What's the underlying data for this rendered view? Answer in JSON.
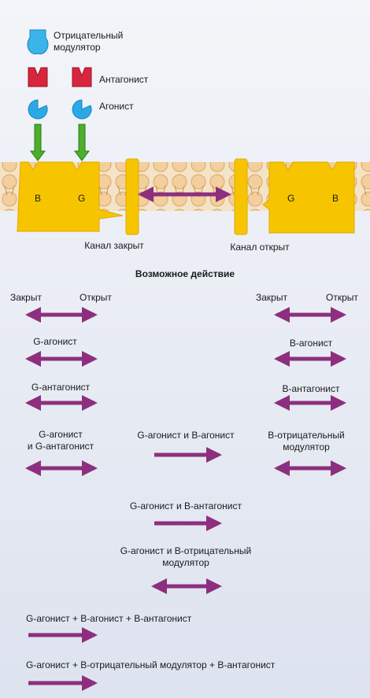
{
  "colors": {
    "arrow": "#8d2f7e",
    "channel": "#f7c500",
    "channel_dark": "#e0a800",
    "agonist": "#2aa9e6",
    "antagonist": "#d7263d",
    "modulator": "#3bb4ea",
    "green_arrow": "#4caf2a",
    "membrane": "#f1d9b5"
  },
  "legend": {
    "modulator": "Отрицательный модулятор",
    "antagonist": "Антагонист",
    "agonist": "Агонист"
  },
  "sites": {
    "left_b": "B",
    "left_g": "G",
    "right_g": "G",
    "right_b": "B"
  },
  "captions": {
    "closed": "Канал закрыт",
    "open": "Канал открыт"
  },
  "section_title": "Возможное действие",
  "headers": {
    "closed_l": "Закрыт",
    "open_l": "Открыт",
    "closed_r": "Закрыт",
    "open_r": "Открыт"
  },
  "effects": {
    "g_agonist": "G-агонист",
    "b_agonist": "B-агонист",
    "g_antagonist": "G-антагонист",
    "b_antagonist": "B-антагонист",
    "g_agonist_and_g_antagonist": "G-агонист\nи G-антагонист",
    "g_agonist_and_b_agonist": "G-агонист и B-агонист",
    "b_negative_modulator": "B-отрицательный\nмодулятор",
    "g_agonist_and_b_antagonist": "G-агонист и B-антагонист",
    "g_agonist_and_b_negative_modulator": "G-агонист и B-отрицательный\nмодулятор",
    "g_ag_b_ag_b_antag": "G-агонист + B-агонист + B-антагонист",
    "g_ag_b_mod_b_antag": "G-агонист + B-отрицательный модулятор + B-антагонист"
  }
}
